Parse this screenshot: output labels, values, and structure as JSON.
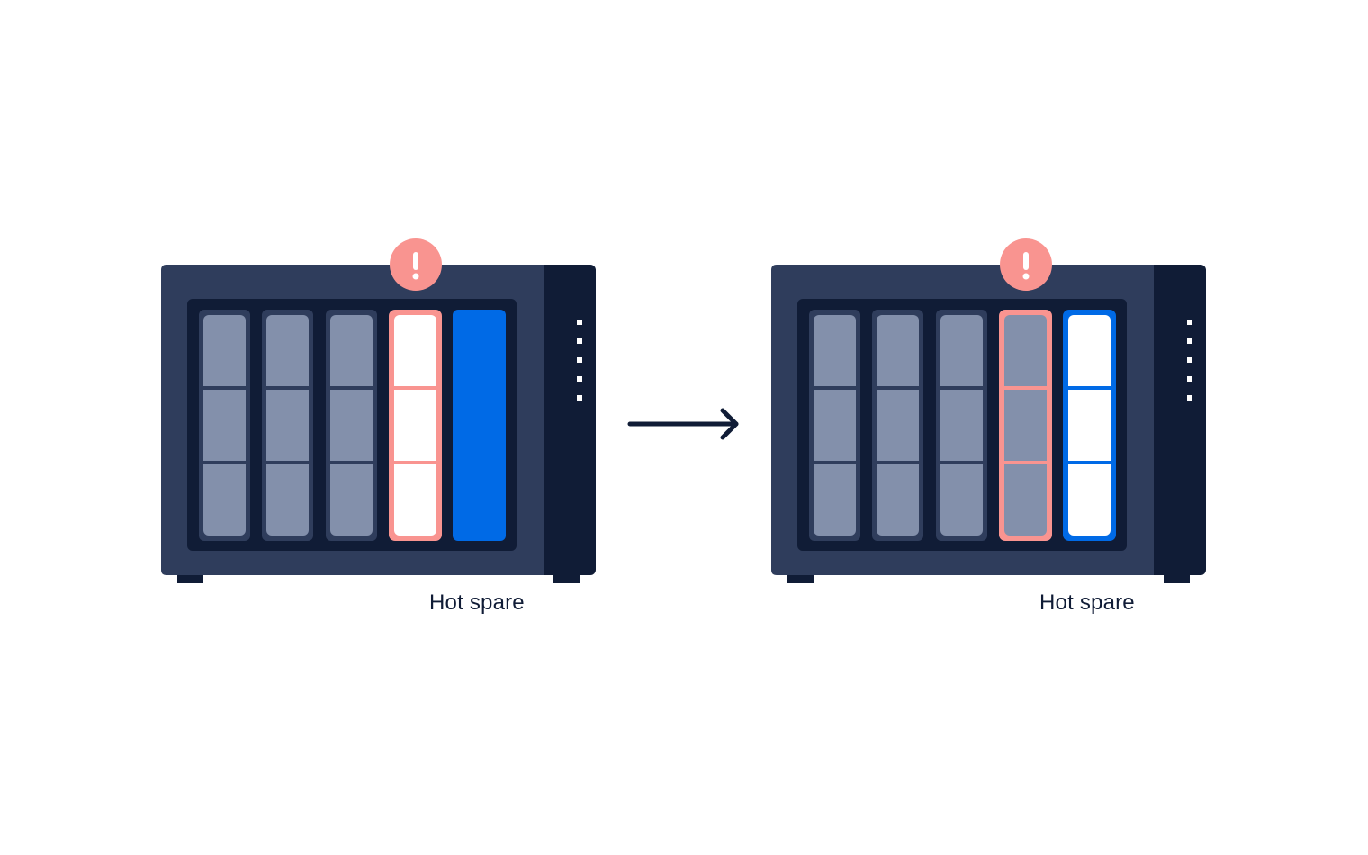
{
  "colors": {
    "background": "#ffffff",
    "nas_body": "#2f3d5c",
    "nas_panel": "#101c36",
    "bay_slot": "#2f3d5c",
    "drive_healthy": "#8390ab",
    "drive_failed_border": "#f99490",
    "drive_spare_blue": "#006ae6",
    "drive_empty": "#ffffff",
    "alert_badge": "#f99490",
    "alert_mark": "#ffffff",
    "led": "#ffffff",
    "arrow": "#101c36",
    "caption_text": "#101c36"
  },
  "diagram": {
    "before": {
      "alert_icon": "exclamation-icon",
      "drives": [
        {
          "state": "healthy"
        },
        {
          "state": "healthy"
        },
        {
          "state": "healthy"
        },
        {
          "state": "failed-empty"
        },
        {
          "state": "hot-spare-standby"
        }
      ],
      "led_count": 5,
      "label": "Hot spare"
    },
    "transition_icon": "arrow-right-icon",
    "after": {
      "alert_icon": "exclamation-icon",
      "drives": [
        {
          "state": "healthy"
        },
        {
          "state": "healthy"
        },
        {
          "state": "healthy"
        },
        {
          "state": "failed-rebuilt"
        },
        {
          "state": "hot-spare-empty"
        }
      ],
      "led_count": 5,
      "label": "Hot spare"
    }
  }
}
